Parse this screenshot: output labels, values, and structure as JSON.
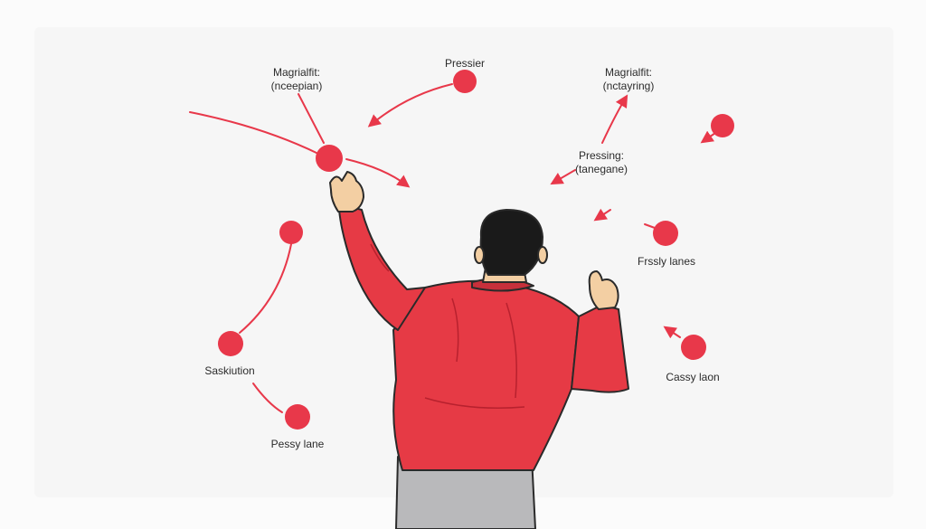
{
  "colors": {
    "accent": "#e8384a",
    "jacket": "#e63a45",
    "jacket_shadow": "#b8212e",
    "pants": "#b9b9bb",
    "hair": "#1a1a1a",
    "skin": "#f3cfa3",
    "ink": "#2b2b2b"
  },
  "labels": {
    "top_left": {
      "line1": "Magrialfit:",
      "line2": "(nceepian)"
    },
    "top_center": {
      "line1": "Pressier"
    },
    "top_right": {
      "line1": "Magrialfit:",
      "line2": "(nctayring)"
    },
    "mid_right": {
      "line1": "Pressing:",
      "line2": "(tanegane)"
    },
    "right_upper": {
      "line1": "Frssly lanes"
    },
    "right_lower": {
      "line1": "Cassy laon"
    },
    "left_mid": {
      "line1": "Saskiution"
    },
    "bottom_left": {
      "line1": "Pessy lane"
    }
  },
  "icons": [
    "tactics-dot",
    "arrow",
    "person-pointing"
  ]
}
